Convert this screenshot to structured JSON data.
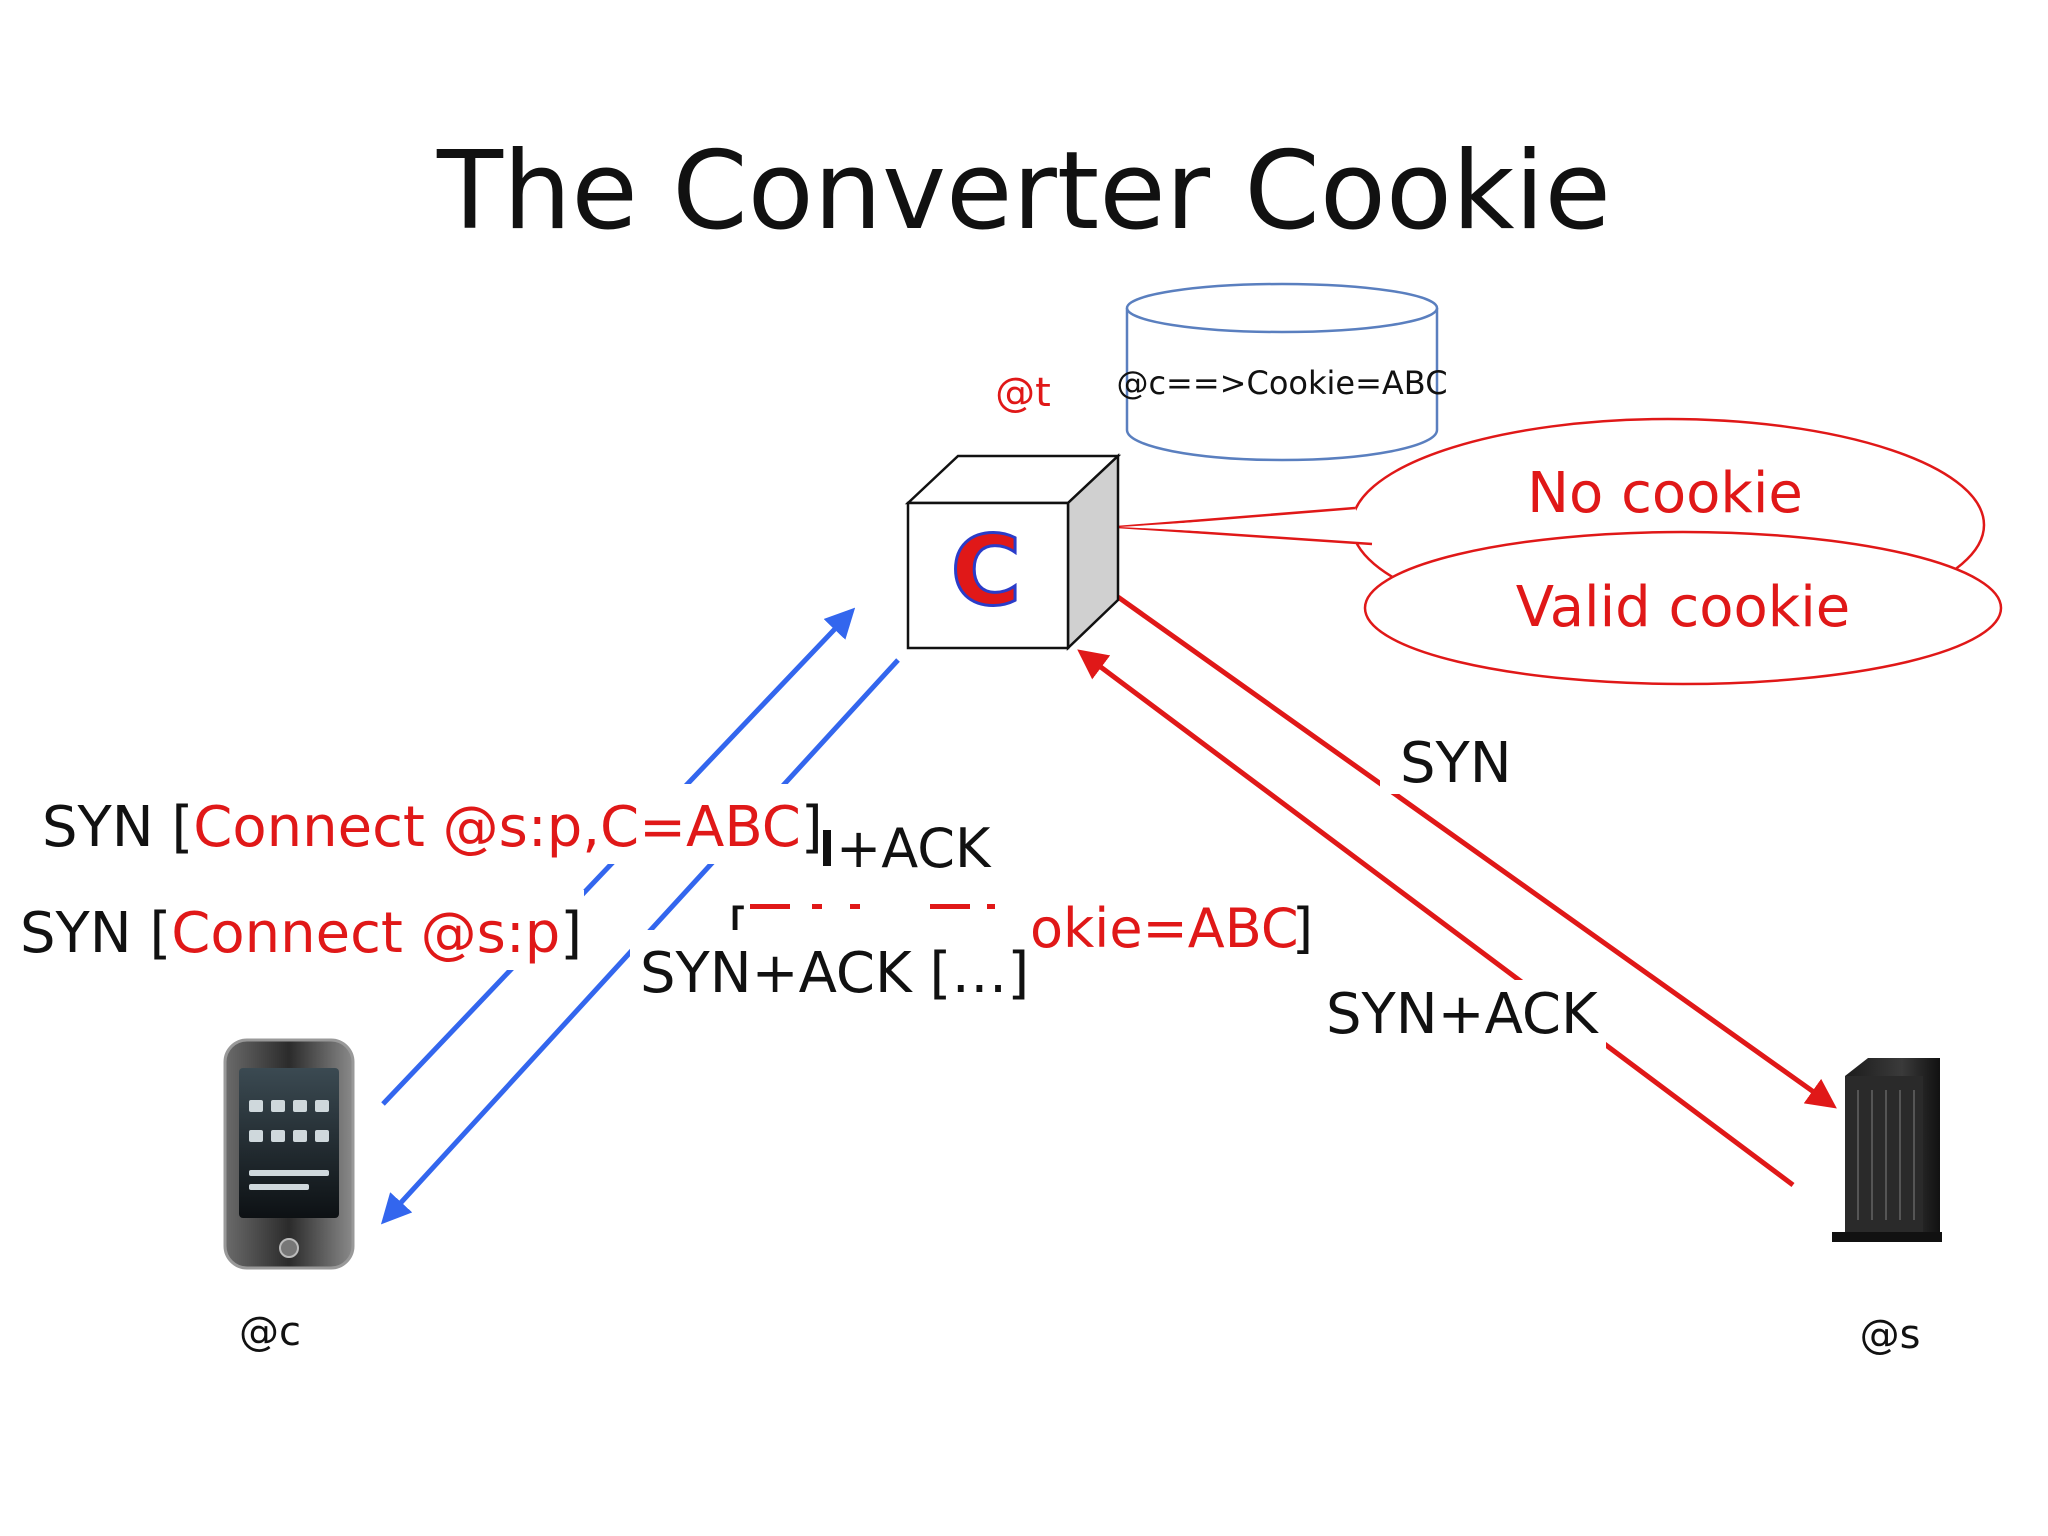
{
  "slide": {
    "title": "The Converter Cookie"
  },
  "converter": {
    "address": "@t",
    "letter": "C",
    "state_store": "@c==>Cookie=ABC"
  },
  "callouts": {
    "no_cookie": "No cookie",
    "valid_cookie": "Valid cookie"
  },
  "client": {
    "address": "@c"
  },
  "server": {
    "address": "@s"
  },
  "messages": {
    "syn_cookie_prefix": "SYN [",
    "syn_cookie_payload": "Connect @s:p,C=ABC",
    "syn_cookie_suffix": "]",
    "syn_plain_prefix": "SYN [",
    "syn_plain_payload": "Connect @s:p",
    "syn_plain_suffix": "]",
    "hidden_ack_fragment": "+ACK",
    "missing_cookie_fragment_open": "[",
    "missing_cookie_fragment": "okie=ABC",
    "missing_cookie_fragment_close": "]",
    "synack_reply": "SYN+ACK […]",
    "server_syn": "SYN",
    "server_synack": "SYN+ACK"
  },
  "colors": {
    "client_link": "#3366ee",
    "server_link": "#e01818",
    "accent_text": "#e01818",
    "store_border": "#5a7fbf",
    "text": "#111111"
  }
}
